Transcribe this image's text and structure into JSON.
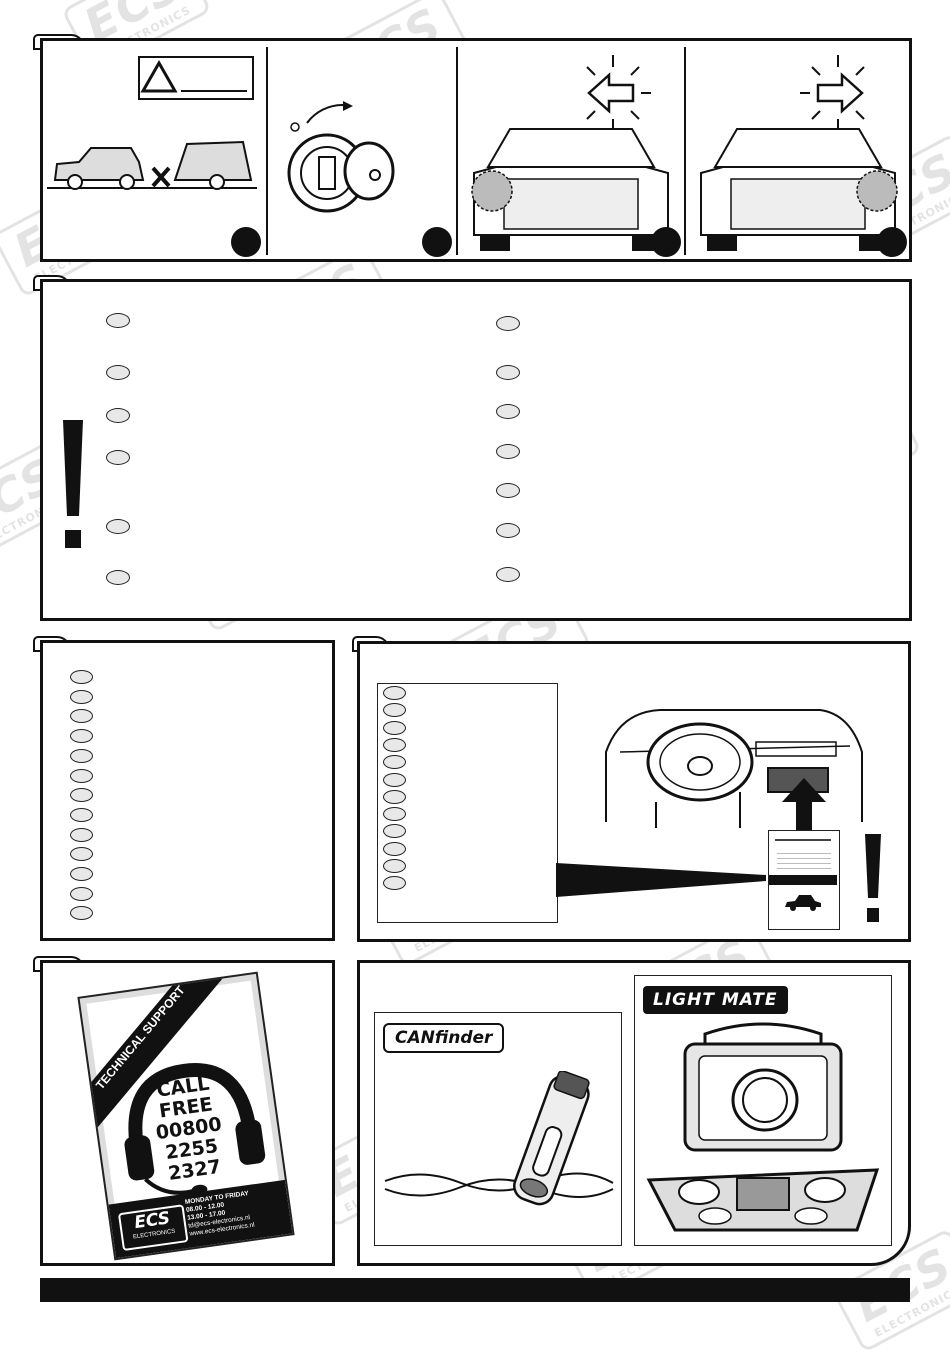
{
  "watermark": {
    "brand": "ECS",
    "sub": "ELECTRONICS"
  },
  "support_leaflet": {
    "ribbon": "TECHNICAL SUPPORT",
    "call_lines": [
      "CALL",
      "FREE",
      "00800",
      "2255",
      "2327"
    ],
    "hours_title": "MONDAY TO FRIDAY",
    "hours_1": "08.00 - 12.00",
    "hours_2": "13.00 - 17.00",
    "email": "td@ecs-electronics.nl",
    "web": "www.ecs-electronics.nl",
    "logo_text": "ECS",
    "logo_sub": "ELECTRONICS"
  },
  "products": {
    "canfinder_logo": "CANfinder",
    "lightmate_logo": "LIGHT MATE"
  },
  "colors": {
    "ink": "#111111",
    "oval_fill": "#e8e8e8",
    "watermark": "#555555"
  }
}
